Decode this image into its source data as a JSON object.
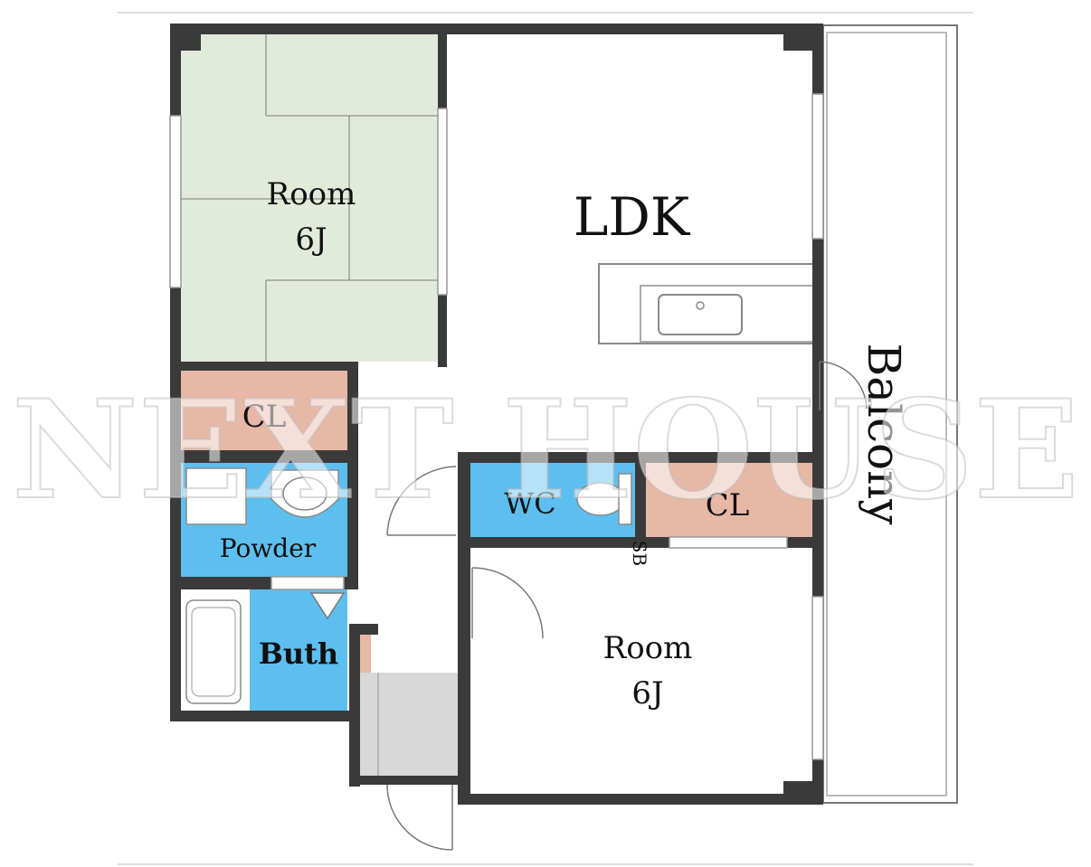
{
  "labels": {
    "room_left": "Room",
    "room_left_size": "6J",
    "ldk": "LDK",
    "balcony": "Balcony",
    "cl_left": "CL",
    "cl_right": "CL",
    "wc": "WC",
    "powder": "Powder",
    "bath": "Buth",
    "room_right": "Room",
    "room_right_size": "6J",
    "sb": "SB"
  },
  "watermark": "NEXT HOUSE",
  "colors": {
    "wall": "#3a3a3a",
    "tatami": "#e2ebdb",
    "closet": "#e8b8a6",
    "water": "#5cbff0",
    "entrance": "#d8d8d8",
    "floor": "#ffffff"
  }
}
